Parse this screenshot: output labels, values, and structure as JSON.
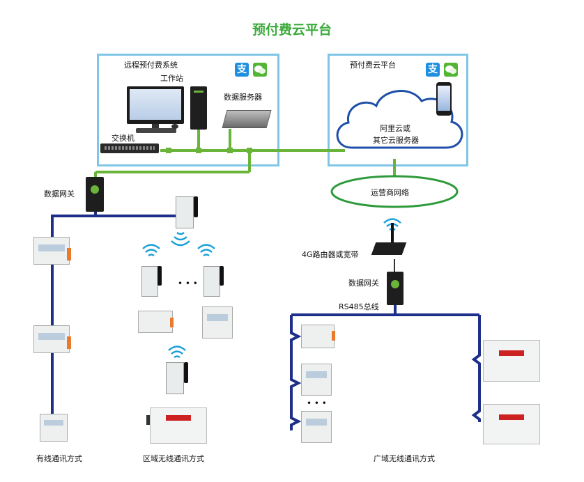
{
  "title": "预付费云平台",
  "remote_system": {
    "label": "远程预付费系统",
    "workstation": "工作站",
    "data_server": "数据服务器",
    "switch": "交换机",
    "alipay_glyph": "支"
  },
  "cloud_platform": {
    "label": "预付费云平台",
    "cloud_line1": "阿里云或",
    "cloud_line2": "其它云服务器",
    "alipay_glyph": "支"
  },
  "operator_network": "运营商网络",
  "left_gateway": "数据网关",
  "router": "4G路由器或宽带",
  "right_gateway": "数据网关",
  "rs485_bus": "RS485总线",
  "ellipsis_mid": "• • •",
  "ellipsis_right": "• • •",
  "captions": {
    "wired": "有线通讯方式",
    "area_wireless": "区域无线通讯方式",
    "wide_wireless": "广域无线通讯方式"
  },
  "colors": {
    "title": "#3aab3a",
    "panel_border": "#7fc6e6",
    "ethernet_line": "#6ab43a",
    "bus_line": "#1e2f8a",
    "network_ellipse": "#2e9a3c"
  }
}
